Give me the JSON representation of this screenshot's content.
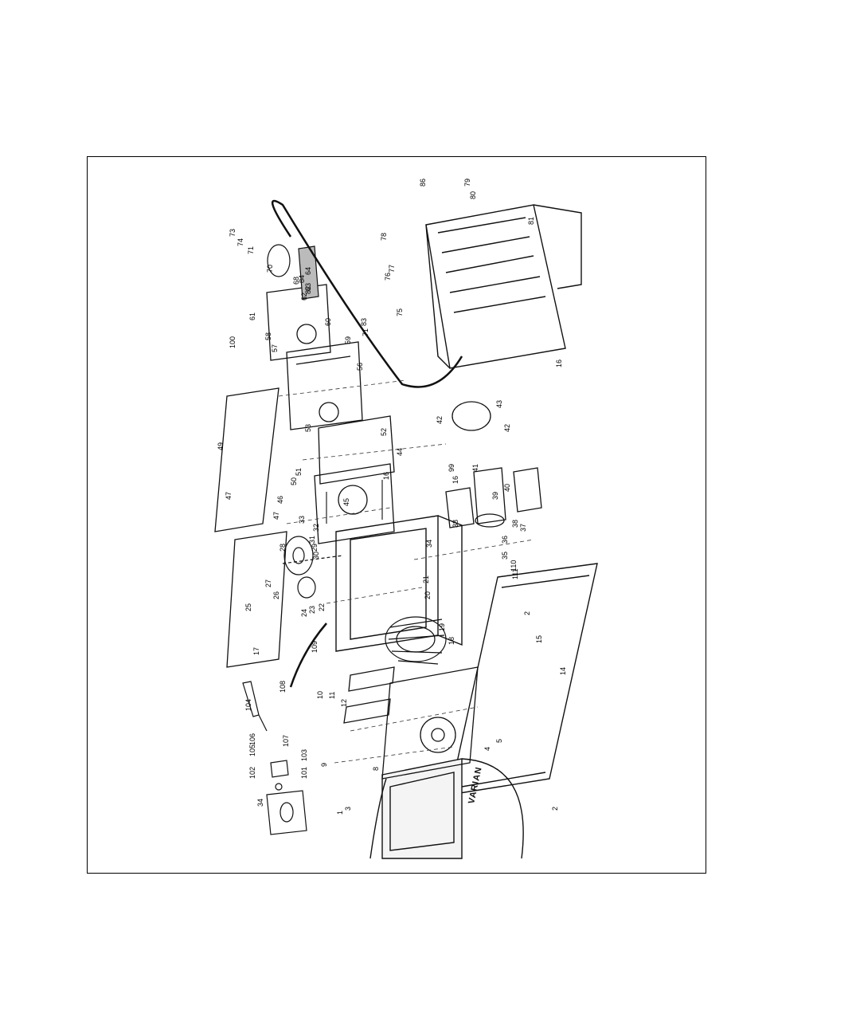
{
  "brand": "VARIAN",
  "labels": [
    "1",
    "2",
    "2",
    "3",
    "4",
    "5",
    "8",
    "9",
    "10",
    "11",
    "12",
    "14",
    "15",
    "16",
    "16",
    "16",
    "17",
    "18",
    "19",
    "20",
    "21",
    "22",
    "23",
    "24",
    "25",
    "26",
    "27",
    "28",
    "29",
    "30",
    "31",
    "32",
    "33",
    "34",
    "34",
    "35",
    "36",
    "37",
    "38",
    "38",
    "39",
    "40",
    "41",
    "42",
    "42",
    "43",
    "44",
    "45",
    "46",
    "47",
    "47",
    "49",
    "50",
    "51",
    "52",
    "53",
    "56",
    "57",
    "58",
    "59",
    "60",
    "61",
    "62",
    "63",
    "64",
    "68",
    "70",
    "71",
    "71",
    "73",
    "74",
    "75",
    "76",
    "77",
    "78",
    "79",
    "80",
    "81",
    "82",
    "83",
    "84",
    "86",
    "99",
    "100",
    "101",
    "102",
    "103",
    "104",
    "105",
    "106",
    "107",
    "108",
    "109",
    "110",
    "111"
  ]
}
